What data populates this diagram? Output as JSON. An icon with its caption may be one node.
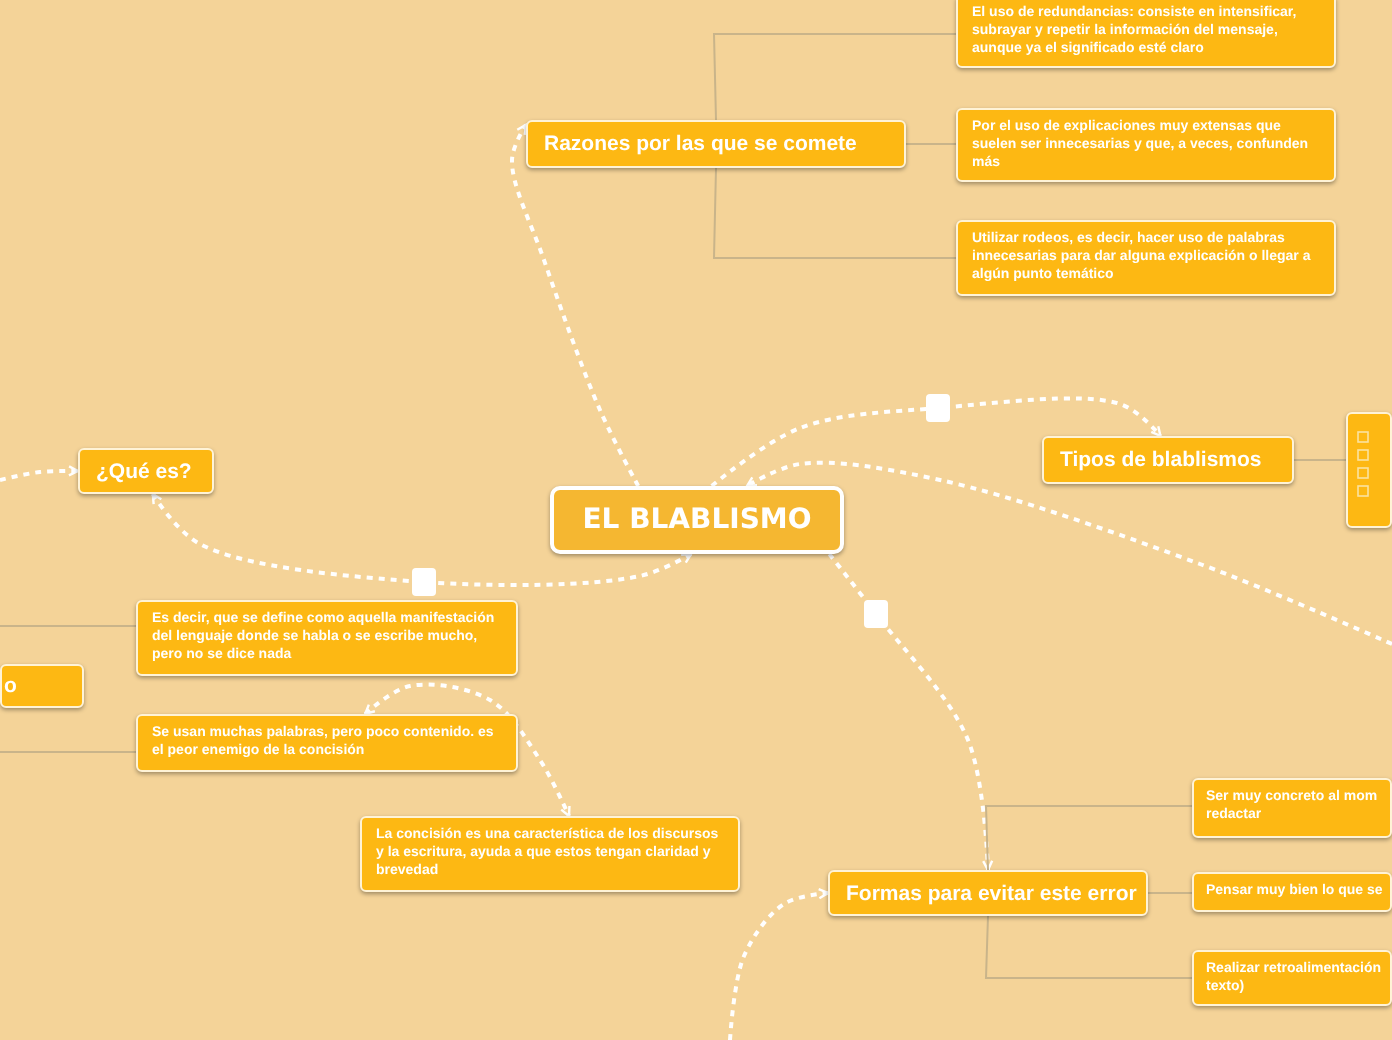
{
  "diagram": {
    "nodes": [
      {
        "text": [
          "EL BLABLISMO"
        ]
      },
      {
        "text": [
          "Razones por las que se comete"
        ]
      },
      {
        "text": [
          "El uso de redundancias: consiste en intensificar, subrayar y repetir la información del mensaje, aunque ya el significado esté claro"
        ]
      },
      {
        "text": [
          "Por el uso de explicaciones muy extensas que suelen ser innecesarias y que, a veces, confunden más"
        ]
      },
      {
        "text": [
          "Utilizar rodeos, es decir, hacer uso de palabras innecesarias para dar alguna explicación o llegar a algún punto temático"
        ]
      },
      {
        "text": [
          "Tipos de blablismos"
        ]
      },
      {
        "text": [],
        "shape": "box"
      },
      {
        "text": [
          "¿Qué es?"
        ]
      },
      {
        "text": [
          "o"
        ]
      },
      {
        "text": [
          "Es decir, que se define como aquella manifestación del lenguaje donde se habla o se escribe mucho, pero no se dice nada"
        ]
      },
      {
        "text": [
          "Se usan muchas palabras, pero poco contenido. es el peor enemigo de la concisión"
        ]
      },
      {
        "text": [
          "La concisión es una característica de los discursos y la escritura, ayuda a que estos tengan claridad y brevedad"
        ]
      },
      {
        "text": [
          "Formas para evitar este error"
        ]
      },
      {
        "text": [
          "Ser muy concreto al mom redactar"
        ]
      },
      {
        "text": [
          "Pensar muy bien lo que se"
        ]
      },
      {
        "text": [
          "Realizar retroalimentación texto)"
        ]
      }
    ],
    "edges": [
      {
        "from": 0,
        "to": 1,
        "arrow": "to",
        "style": "dashed",
        "color": "#ffffff"
      },
      {
        "from": 1,
        "to": 2,
        "arrow": "none"
      },
      {
        "from": 1,
        "to": 3,
        "arrow": "none"
      },
      {
        "from": 1,
        "to": 4,
        "arrow": "none"
      },
      {
        "from": 0,
        "to": 5,
        "arrow": "to",
        "style": "dashed",
        "color": "#ffffff"
      },
      {
        "from": 5,
        "to": 6,
        "arrow": "none"
      },
      {
        "from": null,
        "to": 0,
        "arrow": "to",
        "style": "dashed",
        "color": "#ffffff"
      },
      {
        "from": 0,
        "to": 7,
        "arrow": "both",
        "style": "dashed",
        "color": "#ffffff"
      },
      {
        "from": null,
        "to": 7,
        "arrow": "to",
        "style": "dashed",
        "color": "#ffffff"
      },
      {
        "from": 0,
        "to": 12,
        "arrow": "to",
        "style": "dashed",
        "color": "#ffffff"
      },
      {
        "from": null,
        "to": 12,
        "arrow": "to",
        "style": "dashed",
        "color": "#ffffff"
      },
      {
        "from": 10,
        "to": 11,
        "arrow": "both",
        "style": "dashed",
        "color": "#ffffff"
      },
      {
        "from": 12,
        "to": 13,
        "arrow": "none"
      },
      {
        "from": 12,
        "to": 14,
        "arrow": "none"
      },
      {
        "from": 12,
        "to": 15,
        "arrow": "none"
      },
      {
        "from": null,
        "to": 9,
        "arrow": "none"
      },
      {
        "from": null,
        "to": 10,
        "arrow": "none"
      }
    ]
  }
}
